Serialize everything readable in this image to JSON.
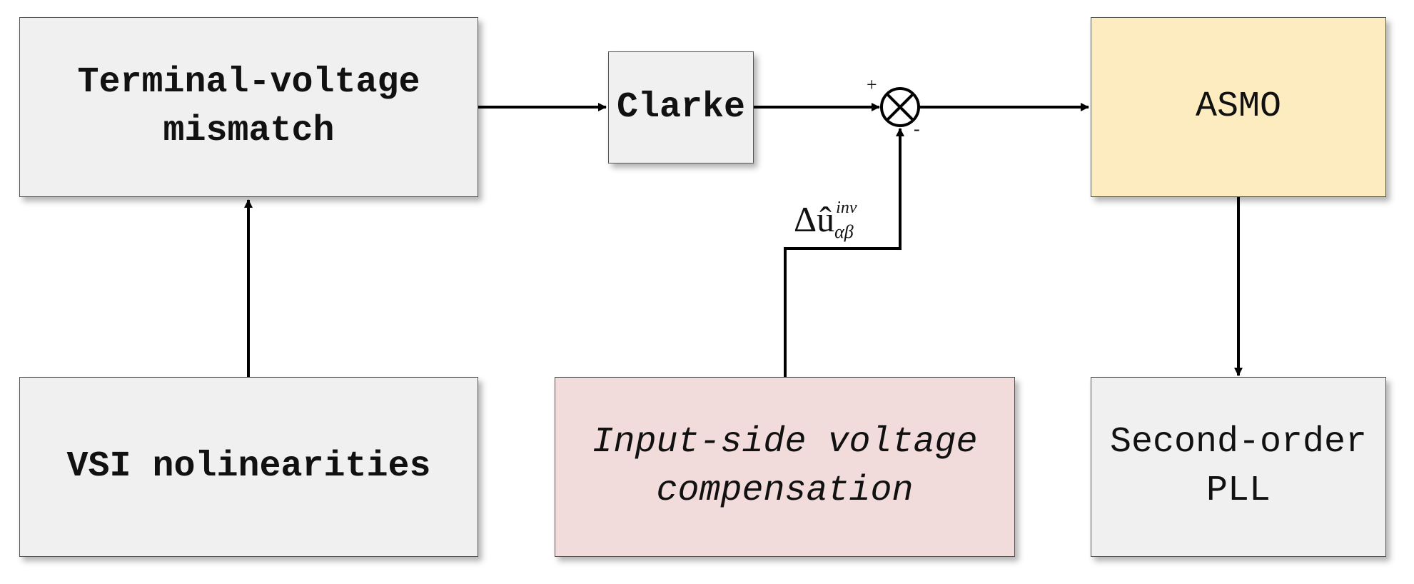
{
  "blocks": {
    "terminal_voltage_mismatch": "Terminal-voltage\nmismatch",
    "clarke": "Clarke",
    "asmo": "ASMO",
    "vsi_nonlinearities": "VSI nolinearities",
    "input_side_compensation": "Input-side voltage\ncompensation",
    "second_order_pll": "Second-order\nPLL"
  },
  "summing_junction": {
    "plus_sign": "+",
    "minus_sign": "-"
  },
  "signal_label": {
    "base": "Δû",
    "superscript": "inv",
    "subscript": "αβ"
  },
  "colors": {
    "grey_block": "#f0f0f0",
    "asmo_block": "#fcecc0",
    "compensation_block": "#f2dcdb"
  }
}
